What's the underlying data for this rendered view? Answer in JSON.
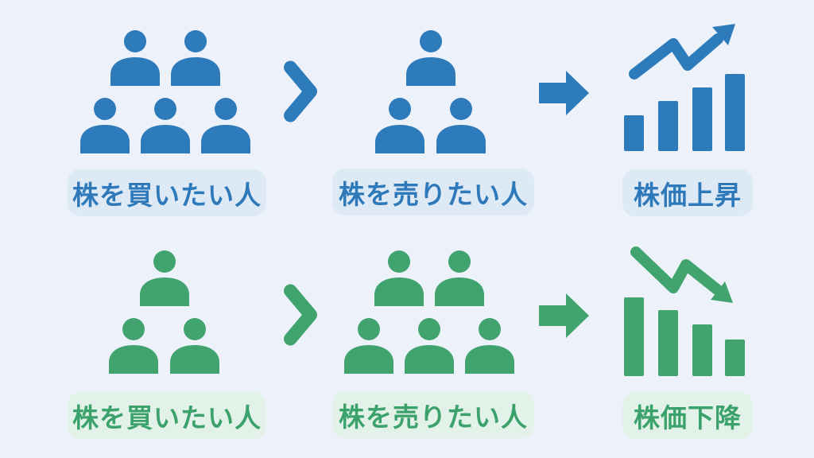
{
  "canvas": {
    "background_color": "#edf2fa",
    "description_semantics": "supply-demand diagram of stock price movement"
  },
  "palette": {
    "blue": "#2d7bbb",
    "blue_pill_background": "#dde9f5",
    "blue_text": "#2e79b9",
    "green": "#41a36e",
    "green_pill_background": "#e3f2e8",
    "green_text": "#3ba26c"
  },
  "rows": [
    {
      "id": "stock-price-up",
      "theme": "blue",
      "buyers": {
        "label": "株を買いたい人",
        "people_count": 5
      },
      "comparator_icon": "greater-than",
      "sellers": {
        "label": "株を売りたい人",
        "people_count": 3
      },
      "flow_icon": "arrow-right",
      "result": {
        "label": "株価上昇",
        "icon": "bar-chart-rising",
        "trend": "up"
      }
    },
    {
      "id": "stock-price-down",
      "theme": "green",
      "buyers": {
        "label": "株を買いたい人",
        "people_count": 3
      },
      "comparator_icon": "greater-than",
      "sellers": {
        "label": "株を売りたい人",
        "people_count": 5
      },
      "flow_icon": "arrow-right",
      "result": {
        "label": "株価下降",
        "icon": "bar-chart-falling",
        "trend": "down"
      }
    }
  ]
}
